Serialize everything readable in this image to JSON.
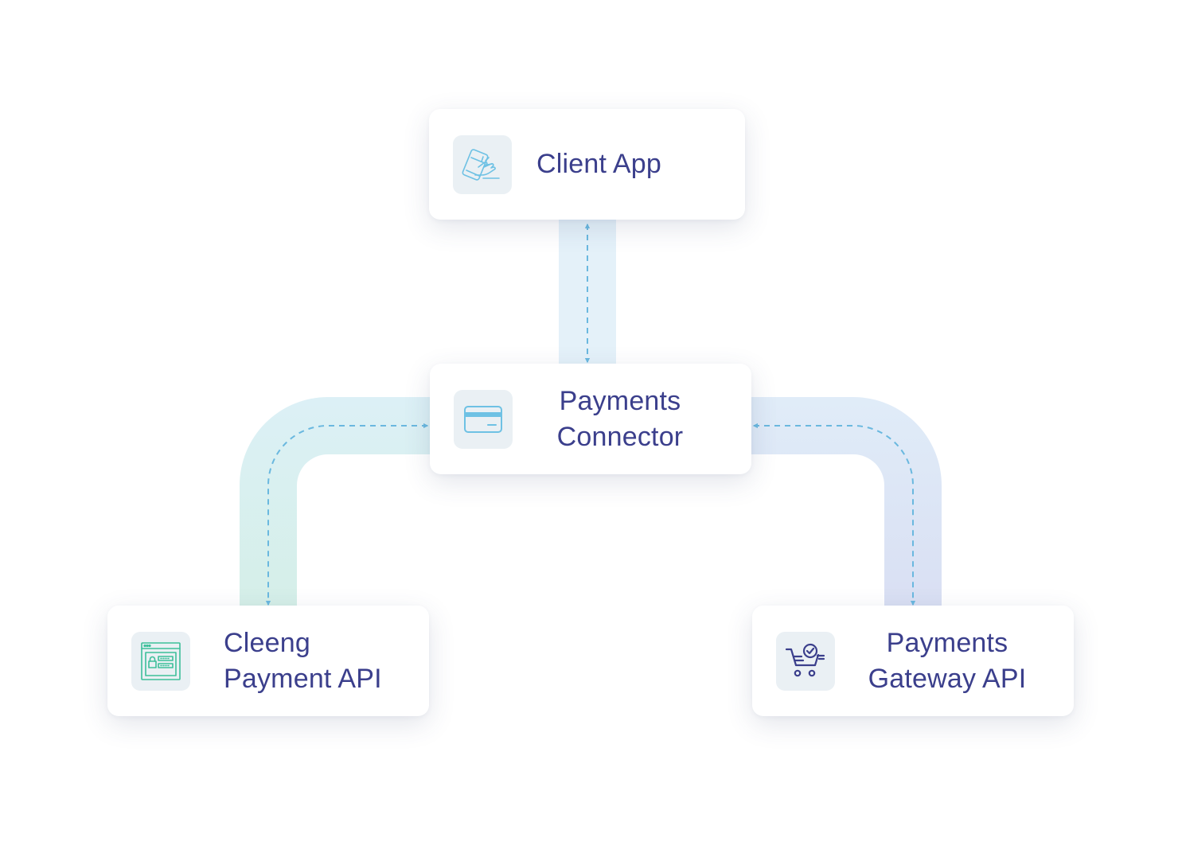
{
  "nodes": {
    "client_app": {
      "label": "Client App",
      "icon": "hand-touch-phone-icon",
      "icon_color": "#6ec1e4"
    },
    "payments_connector": {
      "line1": "Payments",
      "line2": "Connector",
      "icon": "credit-card-icon",
      "icon_color": "#6ec1e4"
    },
    "cleeng_api": {
      "line1": "Cleeng",
      "line2": "Payment API",
      "icon": "secure-browser-icon",
      "icon_color": "#3dbf9a"
    },
    "gateway_api": {
      "line1": "Payments",
      "line2": "Gateway API",
      "icon": "cart-check-icon",
      "icon_color": "#3b3f8c"
    }
  },
  "edges": [
    {
      "from": "client_app",
      "to": "payments_connector",
      "direction": "bidirectional"
    },
    {
      "from": "payments_connector",
      "to": "cleeng_api",
      "direction": "bidirectional"
    },
    {
      "from": "payments_connector",
      "to": "gateway_api",
      "direction": "bidirectional"
    }
  ],
  "colors": {
    "text": "#3b3f8c",
    "dashed_line": "#6ab8df",
    "band_blue": "#e3f0f8",
    "band_teal": "#d6efec",
    "band_indigo": "#dde2f4",
    "icon_bg": "#eaf0f4"
  }
}
